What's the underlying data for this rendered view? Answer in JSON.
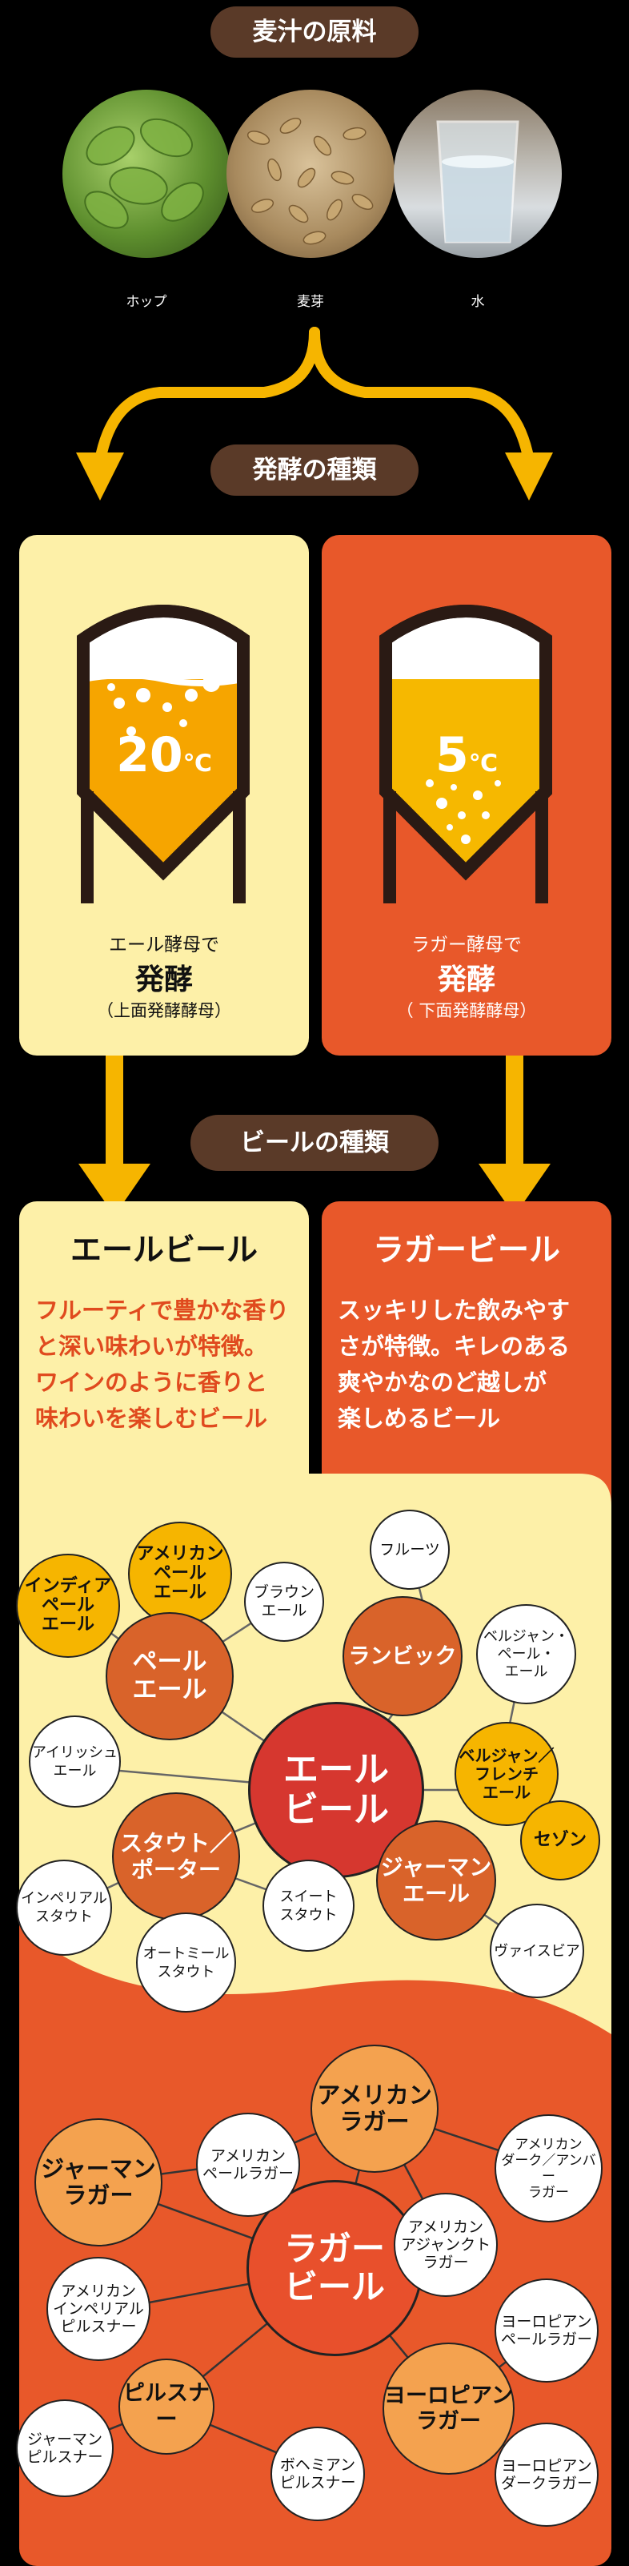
{
  "section1": {
    "title": "麦汁の原料"
  },
  "ingredients": [
    {
      "name": "ホップ",
      "icon": "hops-image"
    },
    {
      "name": "麦芽",
      "icon": "malt-image"
    },
    {
      "name": "水",
      "icon": "water-image"
    }
  ],
  "section2": {
    "title": "発酵の種類"
  },
  "fermentation": {
    "ale": {
      "temp_num": "20",
      "temp_unit": "℃",
      "line1": "エール酵母で",
      "line2": "発酵",
      "line3": "（上面発酵酵母）"
    },
    "lager": {
      "temp_num": "5",
      "temp_unit": "℃",
      "line1": "ラガー酵母で",
      "line2": "発酵",
      "line3": "（ 下面発酵酵母）"
    }
  },
  "section3": {
    "title": "ビールの種類"
  },
  "beer_types": {
    "ale": {
      "title": "エールビール",
      "desc": [
        "フルーティで豊かな香り",
        "と深い味わいが特徴。",
        "ワインのように香りと",
        "味わいを楽しむビール"
      ]
    },
    "lager": {
      "title": "ラガービール",
      "desc": [
        "スッキリした飲みやす",
        "さが特徴。キレのある",
        "爽やかなのど越しが",
        "楽しめるビール"
      ]
    }
  },
  "ale_map": {
    "center": "エール\nビール",
    "nodes": [
      "アメリカン\nペール\nエール",
      "フルーツ",
      "ブラウン\nエール",
      "インディア\nペール\nエール",
      "ペール\nエール",
      "ランビック",
      "ベルジャン・\nペール・\nエール",
      "アイリッシュ\nエール",
      "ベルジャン／\nフレンチ\nエール",
      "スタウト／\nポーター",
      "セゾン",
      "ジャーマン\nエール",
      "インペリアル\nスタウト",
      "スイート\nスタウト",
      "オートミール\nスタウト",
      "ヴァイスビア"
    ]
  },
  "lager_map": {
    "center": "ラガー\nビール",
    "nodes": [
      "アメリカン\nラガー",
      "ジャーマン\nラガー",
      "アメリカン\nペールラガー",
      "アメリカン\nダーク／アンバー\nラガー",
      "アメリカン\nアジャンクト\nラガー",
      "アメリカン\nインペリアル\nピルスナー",
      "ヨーロピアン\nペールラガー",
      "ピルスナー",
      "ヨーロピアン\nラガー",
      "ジャーマン\nピルスナー",
      "ボヘミアン\nピルスナー",
      "ヨーロピアン\nダークラガー"
    ]
  },
  "colors": {
    "ale_bg": "#fdf0a8",
    "lager_bg": "#e8582a",
    "arrow": "#f6b500",
    "pill": "#5a3a28"
  }
}
